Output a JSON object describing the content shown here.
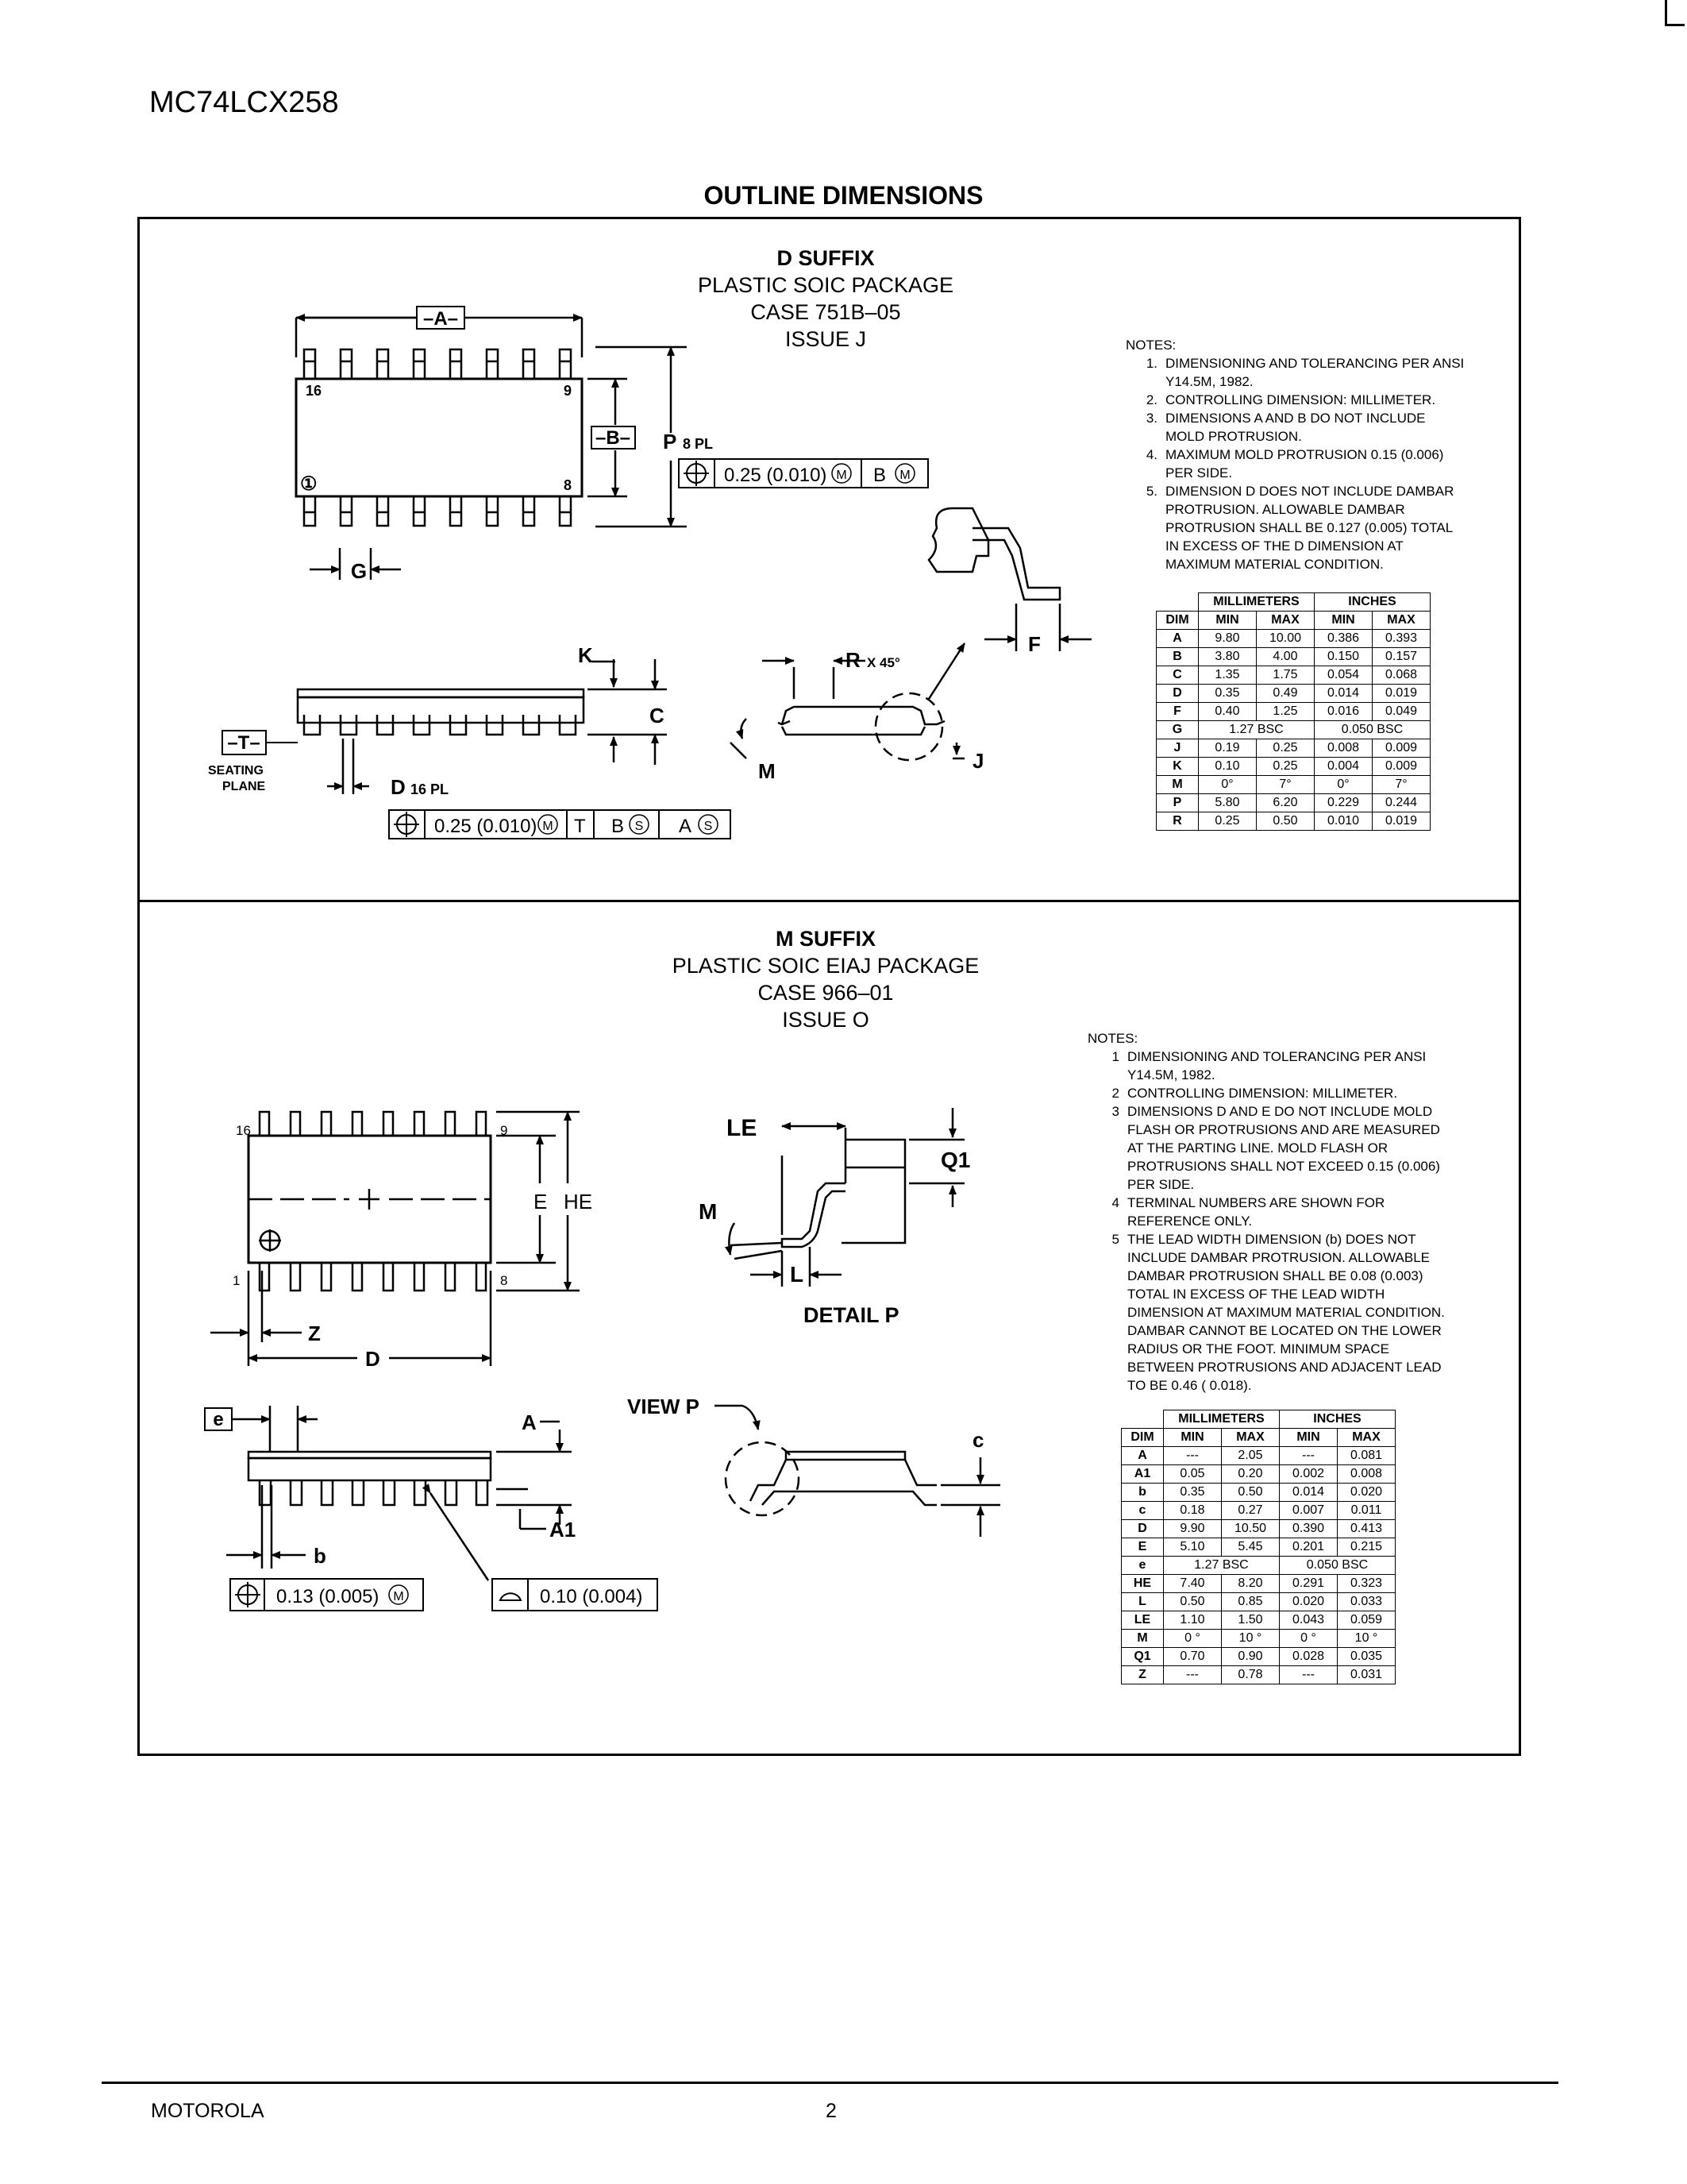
{
  "header": {
    "doc_title": "MC74LCX258",
    "section_title": "OUTLINE DIMENSIONS"
  },
  "d_suffix": {
    "suffix": "D SUFFIX",
    "package": "PLASTIC SOIC PACKAGE",
    "case": "CASE 751B–05",
    "issue": "ISSUE J",
    "notes_heading": "NOTES:",
    "notes": [
      {
        "num": "1.",
        "text": "DIMENSIONING AND TOLERANCING PER ANSI\nY14.5M, 1982."
      },
      {
        "num": "2.",
        "text": "CONTROLLING DIMENSION: MILLIMETER."
      },
      {
        "num": "3.",
        "text": "DIMENSIONS A AND B DO NOT INCLUDE\nMOLD PROTRUSION."
      },
      {
        "num": "4.",
        "text": "MAXIMUM MOLD PROTRUSION 0.15 (0.006)\nPER SIDE."
      },
      {
        "num": "5.",
        "text": "DIMENSION D DOES NOT INCLUDE DAMBAR\nPROTRUSION.  ALLOWABLE DAMBAR\nPROTRUSION SHALL BE 0.127 (0.005) TOTAL\nIN EXCESS OF THE D DIMENSION AT\nMAXIMUM MATERIAL CONDITION."
      }
    ],
    "table": {
      "group_headers": [
        "MILLIMETERS",
        "INCHES"
      ],
      "col_headers": [
        "DIM",
        "MIN",
        "MAX",
        "MIN",
        "MAX"
      ],
      "rows": [
        [
          "A",
          "9.80",
          "10.00",
          "0.386",
          "0.393"
        ],
        [
          "B",
          "3.80",
          "4.00",
          "0.150",
          "0.157"
        ],
        [
          "C",
          "1.35",
          "1.75",
          "0.054",
          "0.068"
        ],
        [
          "D",
          "0.35",
          "0.49",
          "0.014",
          "0.019"
        ],
        [
          "F",
          "0.40",
          "1.25",
          "0.016",
          "0.049"
        ],
        [
          "G",
          "1.27 BSC",
          "",
          "0.050 BSC",
          ""
        ],
        [
          "J",
          "0.19",
          "0.25",
          "0.008",
          "0.009"
        ],
        [
          "K",
          "0.10",
          "0.25",
          "0.004",
          "0.009"
        ],
        [
          "M",
          "0°",
          "7°",
          "0°",
          "7°"
        ],
        [
          "P",
          "5.80",
          "6.20",
          "0.229",
          "0.244"
        ],
        [
          "R",
          "0.25",
          "0.50",
          "0.010",
          "0.019"
        ]
      ]
    },
    "labels": {
      "a": "–A–",
      "b": "–B–",
      "t": "–T–",
      "p": "P",
      "p_note": "8 PL",
      "g": "G",
      "k": "K",
      "c": "C",
      "d": "D",
      "d_note": "16 PL",
      "r": "R",
      "r_note": "X 45°",
      "m": "M",
      "j": "J",
      "f": "F",
      "pin16": "16",
      "pin9": "9",
      "pin1": "①",
      "pin8": "8",
      "seating": "SEATING",
      "plane": "PLANE"
    },
    "tol1": {
      "value": "0.25 (0.010)",
      "m": "M",
      "ref": "B",
      "ref_m": "M"
    },
    "tol2": {
      "value": "0.25 (0.010)",
      "m": "M",
      "t": "T",
      "b": "B",
      "b_s": "S",
      "a": "A",
      "a_s": "S"
    }
  },
  "m_suffix": {
    "suffix": "M SUFFIX",
    "package": "PLASTIC SOIC EIAJ PACKAGE",
    "case": "CASE 966–01",
    "issue": "ISSUE O",
    "notes_heading": "NOTES:",
    "notes": [
      {
        "num": "1",
        "text": "DIMENSIONING AND TOLERANCING PER ANSI\nY14.5M, 1982."
      },
      {
        "num": "2",
        "text": "CONTROLLING DIMENSION: MILLIMETER."
      },
      {
        "num": "3",
        "text": "DIMENSIONS D AND E DO NOT INCLUDE MOLD\nFLASH OR PROTRUSIONS AND ARE MEASURED\nAT THE PARTING LINE. MOLD FLASH OR\nPROTRUSIONS SHALL NOT EXCEED 0.15 (0.006)\nPER SIDE."
      },
      {
        "num": "4",
        "text": "TERMINAL NUMBERS ARE SHOWN FOR\nREFERENCE ONLY."
      },
      {
        "num": "5",
        "text": "THE LEAD WIDTH DIMENSION (b) DOES NOT\nINCLUDE DAMBAR PROTRUSION. ALLOWABLE\nDAMBAR PROTRUSION SHALL BE 0.08 (0.003)\nTOTAL IN EXCESS OF THE LEAD WIDTH\nDIMENSION AT MAXIMUM MATERIAL CONDITION.\nDAMBAR CANNOT BE LOCATED ON THE  LOWER\nRADIUS OR THE FOOT. MINIMUM SPACE\nBETWEEN PROTRUSIONS AND ADJACENT LEAD\nTO BE 0.46 ( 0.018)."
      }
    ],
    "table": {
      "group_headers": [
        "MILLIMETERS",
        "INCHES"
      ],
      "col_headers": [
        "DIM",
        "MIN",
        "MAX",
        "MIN",
        "MAX"
      ],
      "rows": [
        [
          "A",
          "---",
          "2.05",
          "---",
          "0.081"
        ],
        [
          "A1",
          "0.05",
          "0.20",
          "0.002",
          "0.008"
        ],
        [
          "b",
          "0.35",
          "0.50",
          "0.014",
          "0.020"
        ],
        [
          "c",
          "0.18",
          "0.27",
          "0.007",
          "0.011"
        ],
        [
          "D",
          "9.90",
          "10.50",
          "0.390",
          "0.413"
        ],
        [
          "E",
          "5.10",
          "5.45",
          "0.201",
          "0.215"
        ],
        [
          "e",
          "1.27 BSC",
          "",
          "0.050 BSC",
          ""
        ],
        [
          "HE",
          "7.40",
          "8.20",
          "0.291",
          "0.323"
        ],
        [
          "L",
          "0.50",
          "0.85",
          "0.020",
          "0.033"
        ],
        [
          "LE",
          "1.10",
          "1.50",
          "0.043",
          "0.059"
        ],
        [
          "M",
          "0 °",
          "10 °",
          "0 °",
          "10 °"
        ],
        [
          "Q1",
          "0.70",
          "0.90",
          "0.028",
          "0.035"
        ],
        [
          "Z",
          "---",
          "0.78",
          "---",
          "0.031"
        ]
      ]
    },
    "labels": {
      "le": "LE",
      "q1": "Q1",
      "m": "M",
      "l": "L",
      "detail": "DETAIL P",
      "view": "VIEW P",
      "e_dim": "E",
      "he": "HE",
      "z": "Z",
      "d": "D",
      "e_box": "e",
      "a": "A",
      "a1": "A1",
      "b": "b",
      "c": "c",
      "pin16": "16",
      "pin9": "9",
      "pin1": "1",
      "pin8": "8"
    },
    "tol1": {
      "value": "0.13 (0.005)",
      "m": "M"
    },
    "tol2": {
      "value": "0.10 (0.004)"
    }
  },
  "footer": {
    "left": "MOTOROLA",
    "page": "2"
  }
}
